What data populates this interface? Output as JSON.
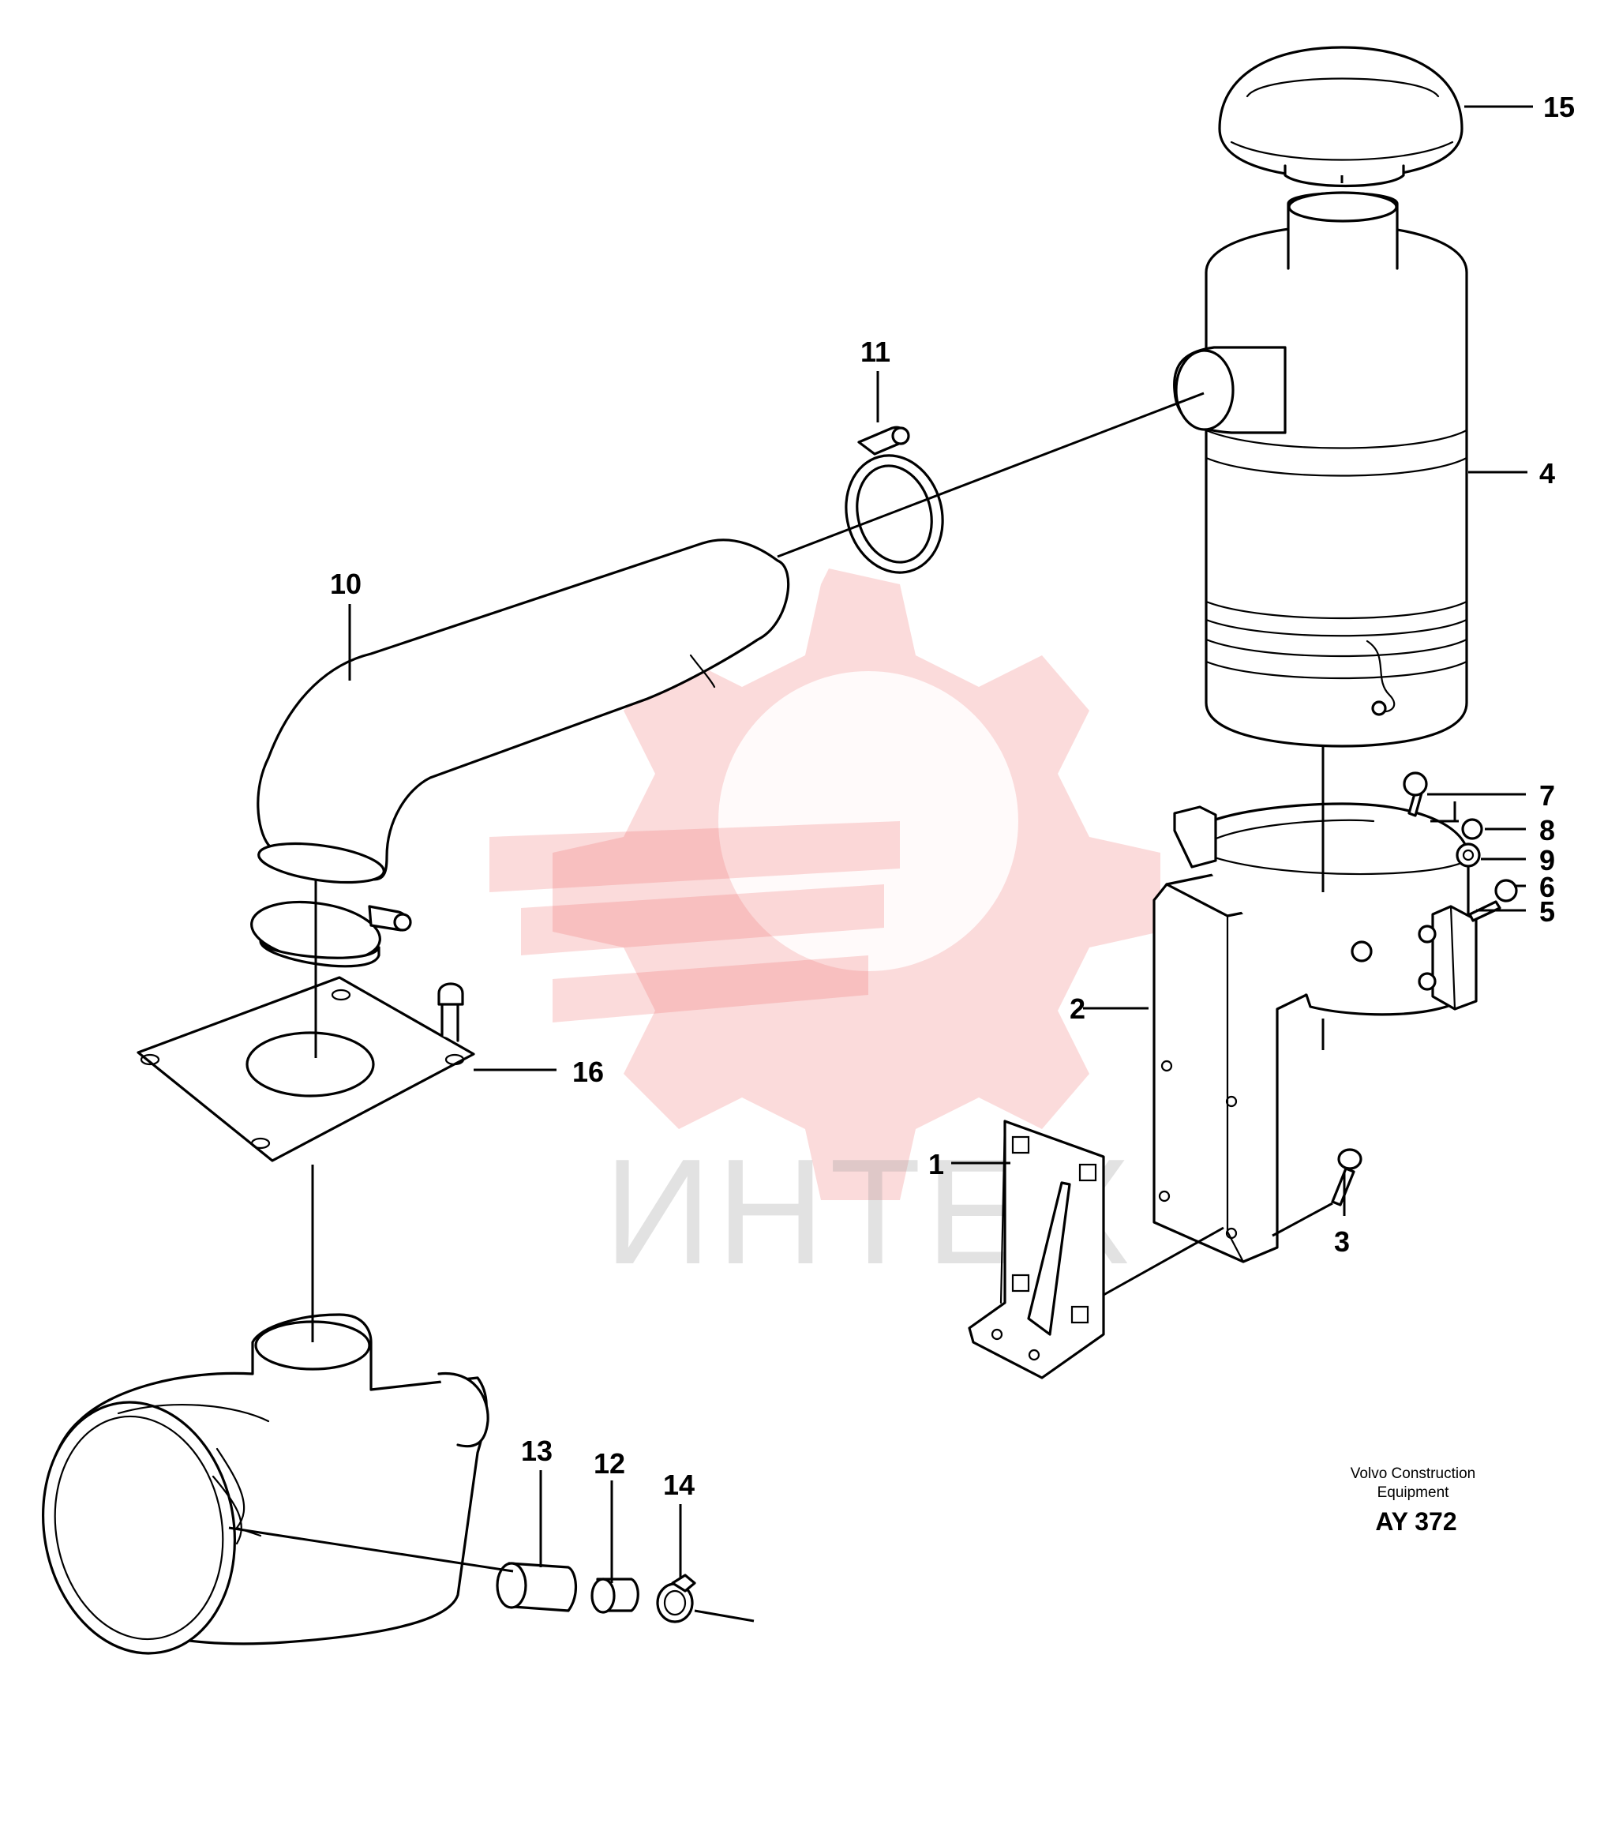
{
  "watermark": {
    "text": "ИНТЕХ",
    "color": "#ef5a5a"
  },
  "callouts": [
    {
      "id": "c1",
      "label": "1"
    },
    {
      "id": "c2",
      "label": "2"
    },
    {
      "id": "c3",
      "label": "3"
    },
    {
      "id": "c4",
      "label": "4"
    },
    {
      "id": "c5",
      "label": "5"
    },
    {
      "id": "c6",
      "label": "6"
    },
    {
      "id": "c7",
      "label": "7"
    },
    {
      "id": "c8",
      "label": "8"
    },
    {
      "id": "c9",
      "label": "9"
    },
    {
      "id": "c10",
      "label": "10"
    },
    {
      "id": "c11",
      "label": "11"
    },
    {
      "id": "c12",
      "label": "12"
    },
    {
      "id": "c13",
      "label": "13"
    },
    {
      "id": "c14",
      "label": "14"
    },
    {
      "id": "c15",
      "label": "15"
    },
    {
      "id": "c16",
      "label": "16"
    }
  ],
  "footer": {
    "company_line1": "Volvo Construction",
    "company_line2": "Equipment",
    "drawing_code": "AY 372"
  }
}
